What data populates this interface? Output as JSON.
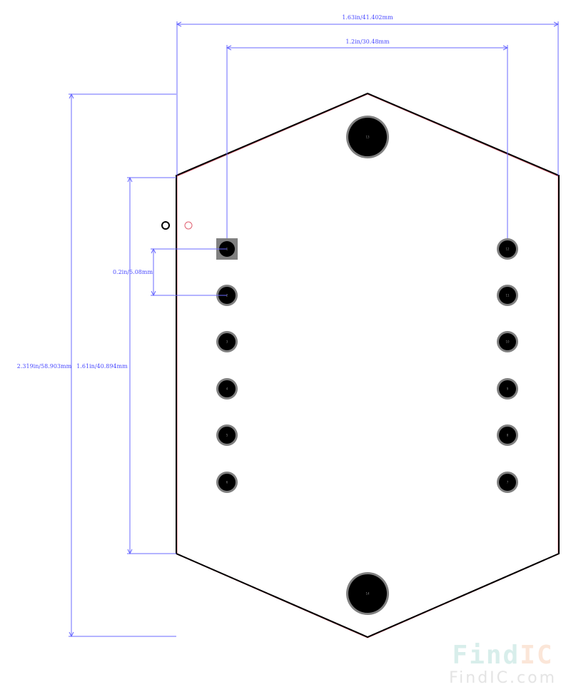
{
  "dimensions": {
    "overall_width": "1.63in/41.402mm",
    "pin_row_spacing": "1.2in/30.48mm",
    "overall_height": "2.319in/58.903mm",
    "body_side_height": "1.61in/40.894mm",
    "pin_pitch": "0.2in/5.08mm"
  },
  "pads_left": [
    "1",
    "2",
    "3",
    "4",
    "5",
    "6"
  ],
  "pads_right": [
    "12",
    "11",
    "10",
    "9",
    "8",
    "7"
  ],
  "mounting_holes": [
    "13",
    "14"
  ],
  "watermark": {
    "logo_find": "Find",
    "logo_ic": "IC",
    "url": "FindIC.com"
  },
  "colors": {
    "outline": "#000000",
    "dimension": "#6a6aff",
    "pad_ring": "#808080",
    "silk": "#e06070"
  }
}
